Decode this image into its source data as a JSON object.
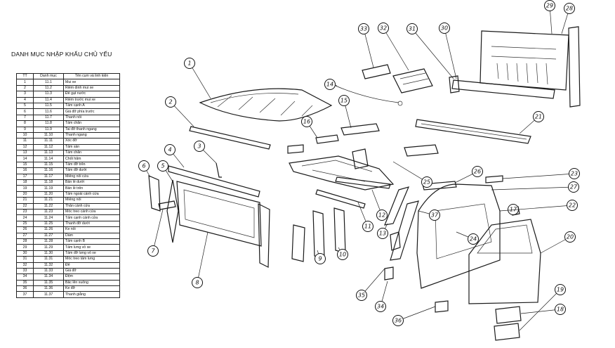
{
  "title": "DANH MỤC NHẬP KHẨU CHỦ YẾU",
  "table": {
    "headers": [
      "TT",
      "Danh mục",
      "Tên cụm và linh kiện"
    ],
    "rows": [
      [
        "1",
        "11.1",
        "Mui xe"
      ],
      [
        "2",
        "11.2",
        "Riềm dinh mui xe"
      ],
      [
        "3",
        "11.3",
        "Đế gạt nước"
      ],
      [
        "4",
        "11.4",
        "Riềm trước mui xe"
      ],
      [
        "5",
        "11.5",
        "Tấm cạnh A"
      ],
      [
        "6",
        "11.6",
        "Giá đỡ phía trước"
      ],
      [
        "7",
        "11.7",
        "Thanh nối"
      ],
      [
        "8",
        "11.8",
        "Tấm chắn"
      ],
      [
        "9",
        "11.9",
        "Tai đỡ thanh ngang"
      ],
      [
        "10",
        "11.10",
        "Thanh ngang"
      ],
      [
        "11",
        "11.11",
        "Xóc đỡ"
      ],
      [
        "12",
        "11.12",
        "Tấm sàn"
      ],
      [
        "13",
        "11.13",
        "Tấm chắn"
      ],
      [
        "14",
        "11.14",
        "Chốt hãm"
      ],
      [
        "15",
        "11.15",
        "Tấm đỡ trên"
      ],
      [
        "16",
        "11.16",
        "Tấm đỡ dưới"
      ],
      [
        "17",
        "11.17",
        "Miếng nối cửa"
      ],
      [
        "18",
        "11.18",
        "Bản lề dưới"
      ],
      [
        "19",
        "11.19",
        "Bản lề trên"
      ],
      [
        "20",
        "11.20",
        "Tấm ngoài cánh cửa"
      ],
      [
        "21",
        "11.21",
        "Miếng nối"
      ],
      [
        "22",
        "11.22",
        "Thân cánh cửa"
      ],
      [
        "23",
        "11.23",
        "Móc treo cánh cửa"
      ],
      [
        "24",
        "11.24",
        "Tấm cạnh cánh cửa"
      ],
      [
        "25",
        "11.25",
        "Thanh đỡ dưới"
      ],
      [
        "26",
        "11.26",
        "Ke nối"
      ],
      [
        "27",
        "11.27",
        "Dầm"
      ],
      [
        "28",
        "11.28",
        "Tấm cạnh B"
      ],
      [
        "29",
        "11.29",
        "Tấm lưng vỏ xe"
      ],
      [
        "30",
        "11.30",
        "Tấm đỡ lưng vỏ xe"
      ],
      [
        "31",
        "11.31",
        "Móc treo tấm lưng"
      ],
      [
        "32",
        "11.32",
        "Đế"
      ],
      [
        "33",
        "11.33",
        "Giá đỡ"
      ],
      [
        "34",
        "11.34",
        "Đệm"
      ],
      [
        "35",
        "11.35",
        "Bắc lên xuống"
      ],
      [
        "36",
        "11.36",
        "Ke đỡ"
      ],
      [
        "37",
        "11.37",
        "Thanh giằng"
      ]
    ]
  },
  "callouts": [
    "1",
    "2",
    "3",
    "4",
    "5",
    "6",
    "7",
    "8",
    "9",
    "10",
    "11",
    "12",
    "13",
    "14",
    "15",
    "16",
    "17",
    "18",
    "19",
    "20",
    "21",
    "22",
    "23",
    "24",
    "25",
    "26",
    "27",
    "28",
    "29",
    "30",
    "31",
    "32",
    "33",
    "34",
    "35",
    "36",
    "37"
  ]
}
